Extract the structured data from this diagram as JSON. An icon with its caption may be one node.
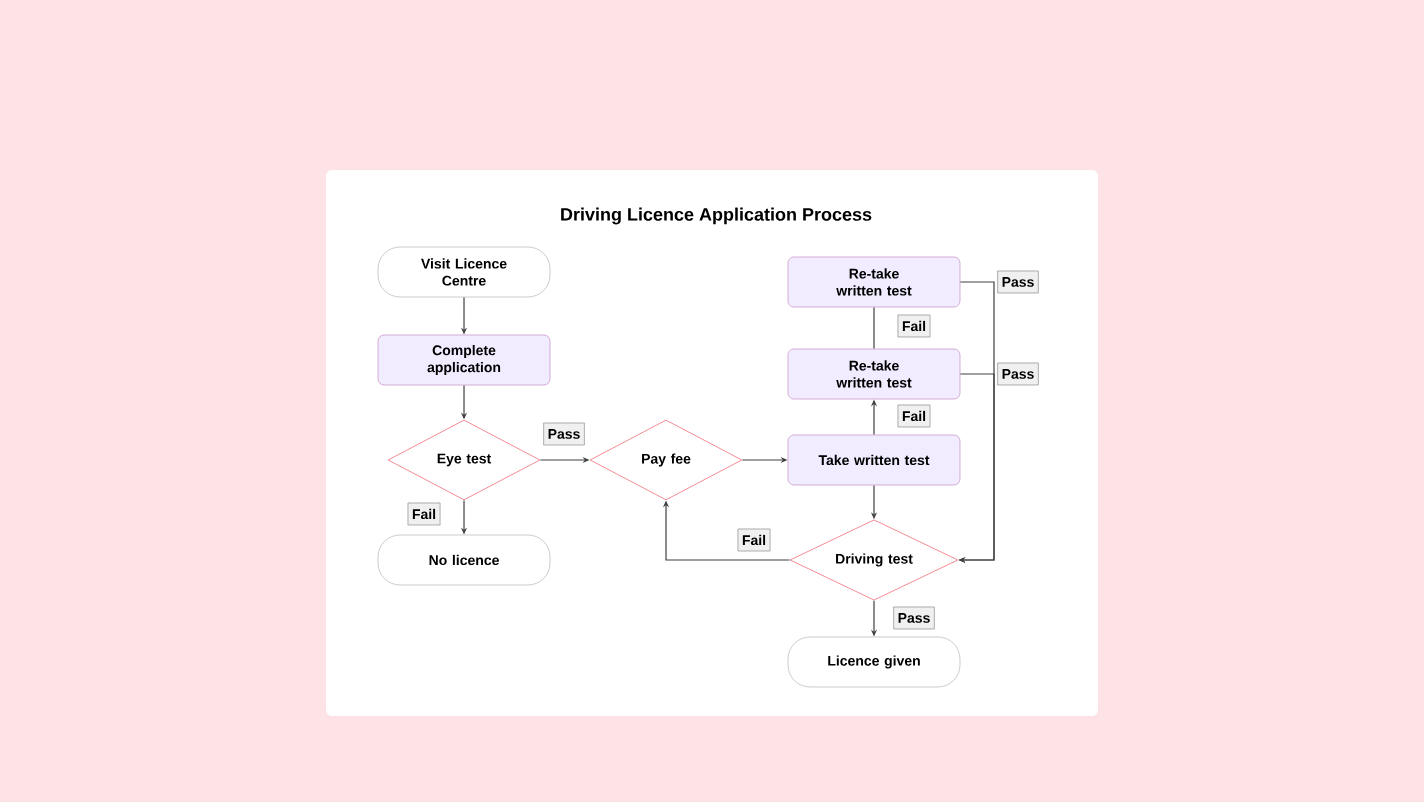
{
  "diagram": {
    "title": "Driving Licence Application Process",
    "nodes": [
      {
        "text": [
          "Visit Licence Centre"
        ]
      },
      {
        "text": [
          "Complete application"
        ]
      },
      {
        "text": [
          "Eye test"
        ]
      },
      {
        "text": [
          "No licence"
        ]
      },
      {
        "text": [
          "Pay fee"
        ]
      },
      {
        "text": [
          "Re-take written test"
        ]
      },
      {
        "text": [
          "Re-take written test"
        ]
      },
      {
        "text": [
          "Take written test"
        ]
      },
      {
        "text": [
          "Driving test"
        ]
      },
      {
        "text": [
          "Licence given"
        ]
      }
    ],
    "edges": [
      {
        "from": 0,
        "to": 1,
        "arrow": "to"
      },
      {
        "from": 1,
        "to": 2,
        "arrow": "to"
      },
      {
        "from": 2,
        "to": 3,
        "arrow": "to",
        "label": "Fail"
      },
      {
        "from": 2,
        "to": 4,
        "arrow": "to",
        "label": "Pass"
      },
      {
        "from": 4,
        "to": 7,
        "arrow": "to"
      },
      {
        "from": 7,
        "to": 6,
        "arrow": "to",
        "label": "Fail"
      },
      {
        "from": 6,
        "to": 5,
        "arrow": "none",
        "label": "Fail"
      },
      {
        "from": 7,
        "to": 8,
        "arrow": "to"
      },
      {
        "from": 8,
        "to": 4,
        "arrow": "to",
        "label": "Fail"
      },
      {
        "from": 8,
        "to": 9,
        "arrow": "to",
        "label": "Pass"
      },
      {
        "from": 5,
        "to": 8,
        "arrow": "to",
        "label": "Pass"
      },
      {
        "from": 6,
        "to": 8,
        "arrow": "to",
        "label": "Pass"
      }
    ]
  }
}
